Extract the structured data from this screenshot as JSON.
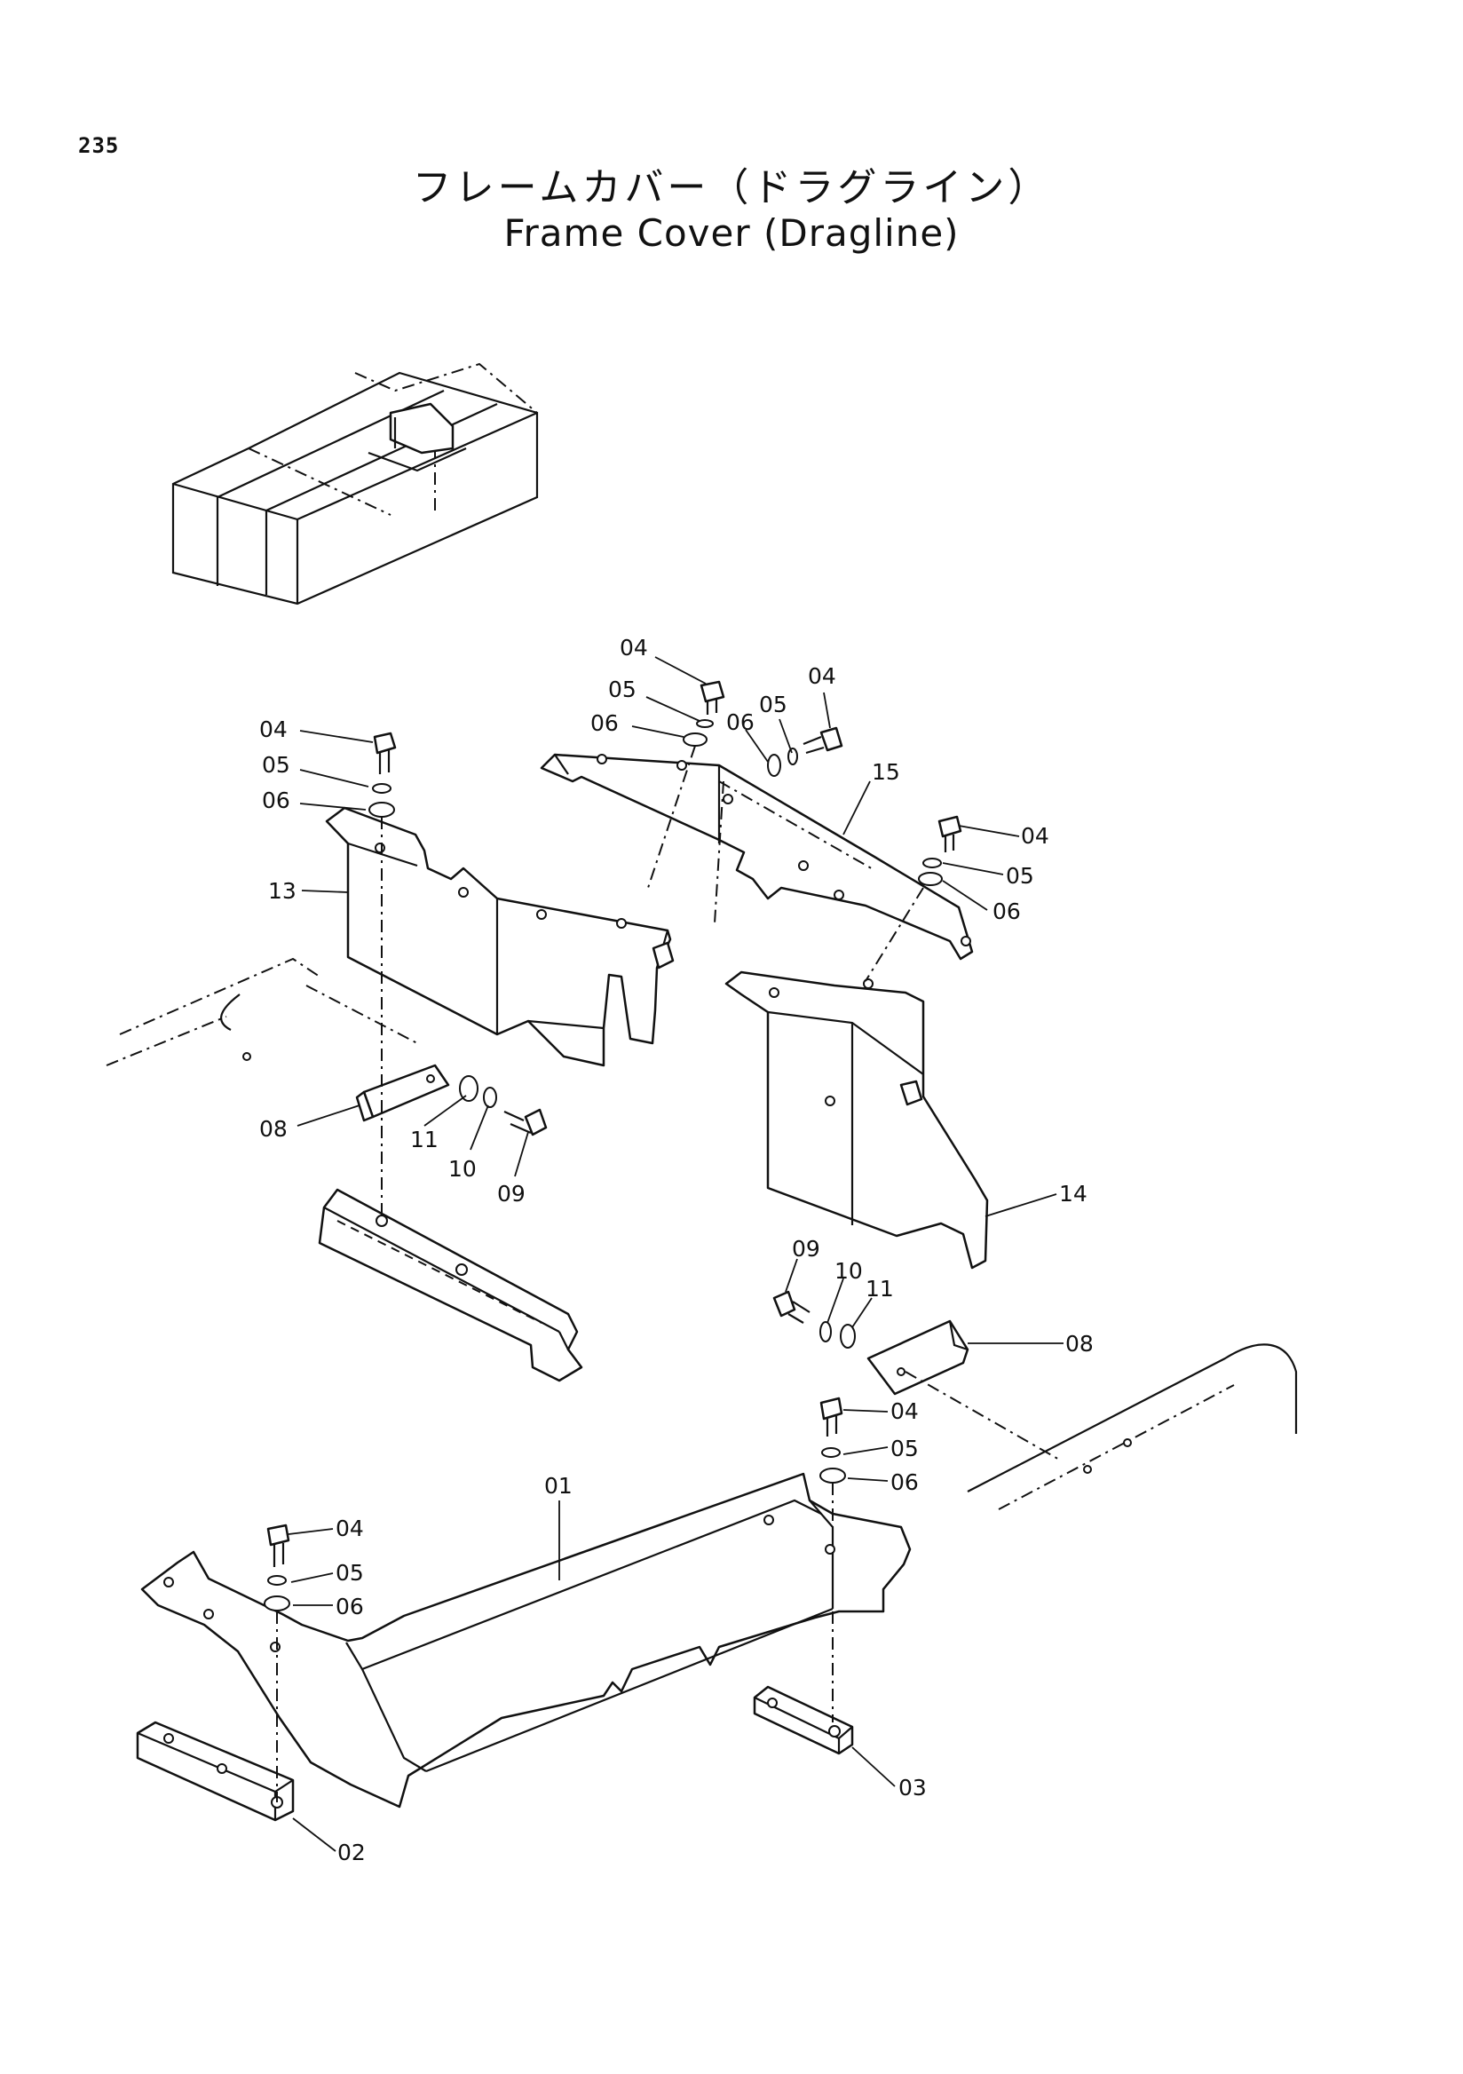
{
  "page": {
    "number": "235",
    "title_ja": "フレームカバー（ドラグライン）",
    "title_en": "Frame Cover (Dragline)"
  },
  "callouts": [
    {
      "id": "c04a",
      "text": "04"
    },
    {
      "id": "c05a",
      "text": "05"
    },
    {
      "id": "c06a",
      "text": "06"
    },
    {
      "id": "c13",
      "text": "13"
    },
    {
      "id": "c08a",
      "text": "08"
    },
    {
      "id": "c11a",
      "text": "11"
    },
    {
      "id": "c10a",
      "text": "10"
    },
    {
      "id": "c09a",
      "text": "09"
    },
    {
      "id": "c04b",
      "text": "04"
    },
    {
      "id": "c05b",
      "text": "05"
    },
    {
      "id": "c06b",
      "text": "06"
    },
    {
      "id": "c06c",
      "text": "06"
    },
    {
      "id": "c05c",
      "text": "05"
    },
    {
      "id": "c04c",
      "text": "04"
    },
    {
      "id": "c15",
      "text": "15"
    },
    {
      "id": "c04d",
      "text": "04"
    },
    {
      "id": "c05d",
      "text": "05"
    },
    {
      "id": "c06d",
      "text": "06"
    },
    {
      "id": "c14",
      "text": "14"
    },
    {
      "id": "c09b",
      "text": "09"
    },
    {
      "id": "c10b",
      "text": "10"
    },
    {
      "id": "c11b",
      "text": "11"
    },
    {
      "id": "c08b",
      "text": "08"
    },
    {
      "id": "c04e",
      "text": "04"
    },
    {
      "id": "c05e",
      "text": "05"
    },
    {
      "id": "c06e",
      "text": "06"
    },
    {
      "id": "c01",
      "text": "01"
    },
    {
      "id": "c04f",
      "text": "04"
    },
    {
      "id": "c05f",
      "text": "05"
    },
    {
      "id": "c06f",
      "text": "06"
    },
    {
      "id": "c02",
      "text": "02"
    },
    {
      "id": "c03",
      "text": "03"
    }
  ]
}
